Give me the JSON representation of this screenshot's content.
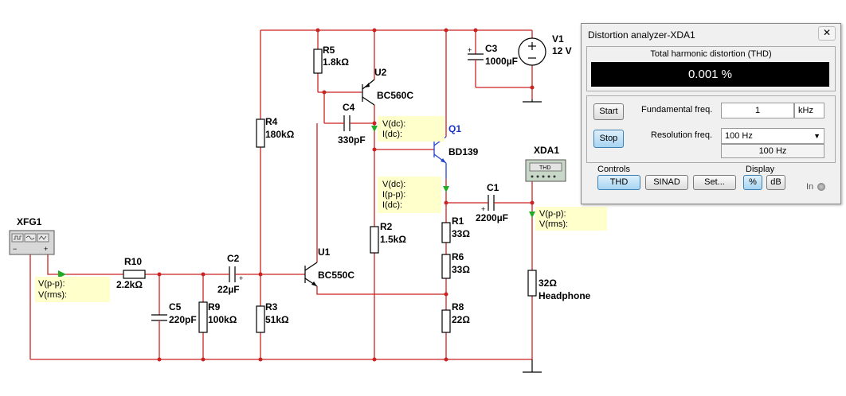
{
  "components": {
    "xfg1": "XFG1",
    "xda1": "XDA1",
    "r10": "R10",
    "r10_val": "2.2kΩ",
    "c2": "C2",
    "c2_val": "22µF",
    "c5": "C5",
    "c5_val": "220pF",
    "r9": "R9",
    "r9_val": "100kΩ",
    "r3": "R3",
    "r3_val": "51kΩ",
    "r4": "R4",
    "r4_val": "180kΩ",
    "r5": "R5",
    "r5_val": "1.8kΩ",
    "u2": "U2",
    "u2_val": "BC560C",
    "c4": "C4",
    "c4_val": "330pF",
    "u1": "U1",
    "u1_val": "BC550C",
    "r2": "R2",
    "r2_val": "1.5kΩ",
    "q1": "Q1",
    "q1_val": "BD139",
    "r1": "R1",
    "r1_val": "33Ω",
    "r6": "R6",
    "r6_val": "33Ω",
    "r8": "R8",
    "r8_val": "22Ω",
    "c1": "C1",
    "c1_val": "2200µF",
    "c3": "C3",
    "c3_val": "1000µF",
    "v1": "V1",
    "v1_val": "12 V",
    "hp_val": "32Ω",
    "hp_name": "Headphone",
    "xda_screen": "THD",
    "pol_plus": "+",
    "pol_minus": "−"
  },
  "probes": {
    "p1": {
      "l1": "V(p-p):",
      "l2": "V(rms):"
    },
    "p2": {
      "l1": "V(dc):",
      "l2": "I(dc):"
    },
    "p3": {
      "l1": "V(dc):",
      "l2": "I(p-p):",
      "l3": "I(dc):"
    },
    "p4": {
      "l1": "V(p-p):",
      "l2": "V(rms):"
    }
  },
  "analyzer": {
    "title": "Distortion analyzer-XDA1",
    "close": "✕",
    "thd_caption": "Total harmonic distortion (THD)",
    "thd_value": "0.001 %",
    "start_label": "Start",
    "stop_label": "Stop",
    "fund_label": "Fundamental freq.",
    "fund_value": "1",
    "fund_unit": "kHz",
    "res_label": "Resolution freq.",
    "res_value": "100 Hz",
    "res_readout": "100 Hz",
    "controls_label": "Controls",
    "thd_btn": "THD",
    "sinad_btn": "SINAD",
    "set_btn": "Set...",
    "display_label": "Display",
    "pct_btn": "%",
    "db_btn": "dB",
    "in_label": "In"
  },
  "colors": {
    "wire": "#cc2222",
    "q1_wire": "#2244cc",
    "probe_bg": "#ffffcc",
    "probe_arrow": "#22aa22"
  }
}
